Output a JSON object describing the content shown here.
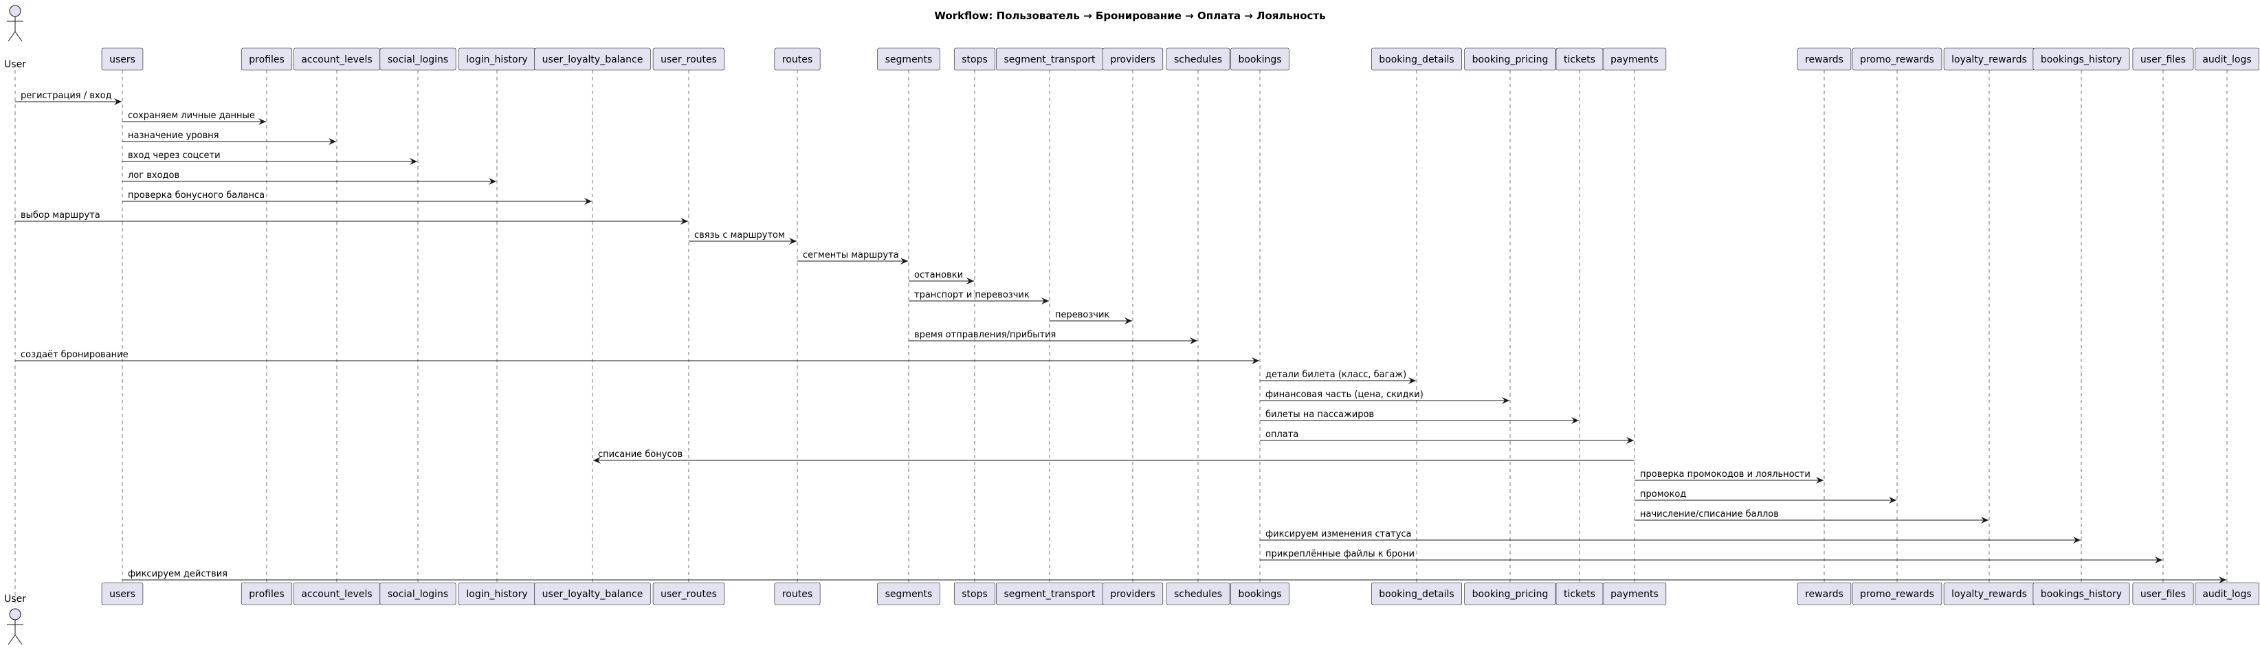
{
  "diagram": {
    "title": "Workflow: Пользователь → Бронирование → Оплата → Лояльность",
    "participants": [
      {
        "id": "User",
        "label": "User",
        "kind": "actor"
      },
      {
        "id": "users",
        "label": "users",
        "kind": "box"
      },
      {
        "id": "profiles",
        "label": "profiles",
        "kind": "box"
      },
      {
        "id": "account_levels",
        "label": "account_levels",
        "kind": "box"
      },
      {
        "id": "social_logins",
        "label": "social_logins",
        "kind": "box"
      },
      {
        "id": "login_history",
        "label": "login_history",
        "kind": "box"
      },
      {
        "id": "user_loyalty_balance",
        "label": "user_loyalty_balance",
        "kind": "box"
      },
      {
        "id": "user_routes",
        "label": "user_routes",
        "kind": "box"
      },
      {
        "id": "routes",
        "label": "routes",
        "kind": "box"
      },
      {
        "id": "segments",
        "label": "segments",
        "kind": "box"
      },
      {
        "id": "stops",
        "label": "stops",
        "kind": "box"
      },
      {
        "id": "segment_transport",
        "label": "segment_transport",
        "kind": "box"
      },
      {
        "id": "providers",
        "label": "providers",
        "kind": "box"
      },
      {
        "id": "schedules",
        "label": "schedules",
        "kind": "box"
      },
      {
        "id": "bookings",
        "label": "bookings",
        "kind": "box"
      },
      {
        "id": "booking_details",
        "label": "booking_details",
        "kind": "box"
      },
      {
        "id": "booking_pricing",
        "label": "booking_pricing",
        "kind": "box"
      },
      {
        "id": "tickets",
        "label": "tickets",
        "kind": "box"
      },
      {
        "id": "payments",
        "label": "payments",
        "kind": "box"
      },
      {
        "id": "rewards",
        "label": "rewards",
        "kind": "box"
      },
      {
        "id": "promo_rewards",
        "label": "promo_rewards",
        "kind": "box"
      },
      {
        "id": "loyalty_rewards",
        "label": "loyalty_rewards",
        "kind": "box"
      },
      {
        "id": "bookings_history",
        "label": "bookings_history",
        "kind": "box"
      },
      {
        "id": "user_files",
        "label": "user_files",
        "kind": "box"
      },
      {
        "id": "audit_logs",
        "label": "audit_logs",
        "kind": "box"
      }
    ],
    "messages": [
      {
        "from": "User",
        "to": "users",
        "label": "регистрация / вход"
      },
      {
        "from": "users",
        "to": "profiles",
        "label": "сохраняем личные данные"
      },
      {
        "from": "users",
        "to": "account_levels",
        "label": "назначение уровня"
      },
      {
        "from": "users",
        "to": "social_logins",
        "label": "вход через соцсети"
      },
      {
        "from": "users",
        "to": "login_history",
        "label": "лог входов"
      },
      {
        "from": "users",
        "to": "user_loyalty_balance",
        "label": "проверка бонусного баланса"
      },
      {
        "from": "User",
        "to": "user_routes",
        "label": "выбор маршрута"
      },
      {
        "from": "user_routes",
        "to": "routes",
        "label": "связь с маршрутом"
      },
      {
        "from": "routes",
        "to": "segments",
        "label": "сегменты маршрута"
      },
      {
        "from": "segments",
        "to": "stops",
        "label": "остановки"
      },
      {
        "from": "segments",
        "to": "segment_transport",
        "label": "транспорт и перевозчик"
      },
      {
        "from": "segment_transport",
        "to": "providers",
        "label": "перевозчик"
      },
      {
        "from": "segments",
        "to": "schedules",
        "label": "время отправления/прибытия"
      },
      {
        "from": "User",
        "to": "bookings",
        "label": "создаёт бронирование"
      },
      {
        "from": "bookings",
        "to": "booking_details",
        "label": "детали билета (класс, багаж)"
      },
      {
        "from": "bookings",
        "to": "booking_pricing",
        "label": "финансовая часть (цена, скидки)"
      },
      {
        "from": "bookings",
        "to": "tickets",
        "label": "билеты на пассажиров"
      },
      {
        "from": "bookings",
        "to": "payments",
        "label": "оплата"
      },
      {
        "from": "payments",
        "to": "user_loyalty_balance",
        "label": "списание бонусов"
      },
      {
        "from": "payments",
        "to": "rewards",
        "label": "проверка промокодов и лояльности"
      },
      {
        "from": "payments",
        "to": "promo_rewards",
        "label": "промокод"
      },
      {
        "from": "payments",
        "to": "loyalty_rewards",
        "label": "начисление/списание баллов"
      },
      {
        "from": "bookings",
        "to": "bookings_history",
        "label": "фиксируем изменения статуса"
      },
      {
        "from": "bookings",
        "to": "user_files",
        "label": "прикреплённые файлы к брони"
      },
      {
        "from": "users",
        "to": "audit_logs",
        "label": "фиксируем действия"
      }
    ],
    "colors": {
      "participant_fill": "#E2E2F0",
      "participant_stroke": "#181818",
      "lifeline": "#181818",
      "arrow": "#181818",
      "text": "#000000"
    }
  }
}
